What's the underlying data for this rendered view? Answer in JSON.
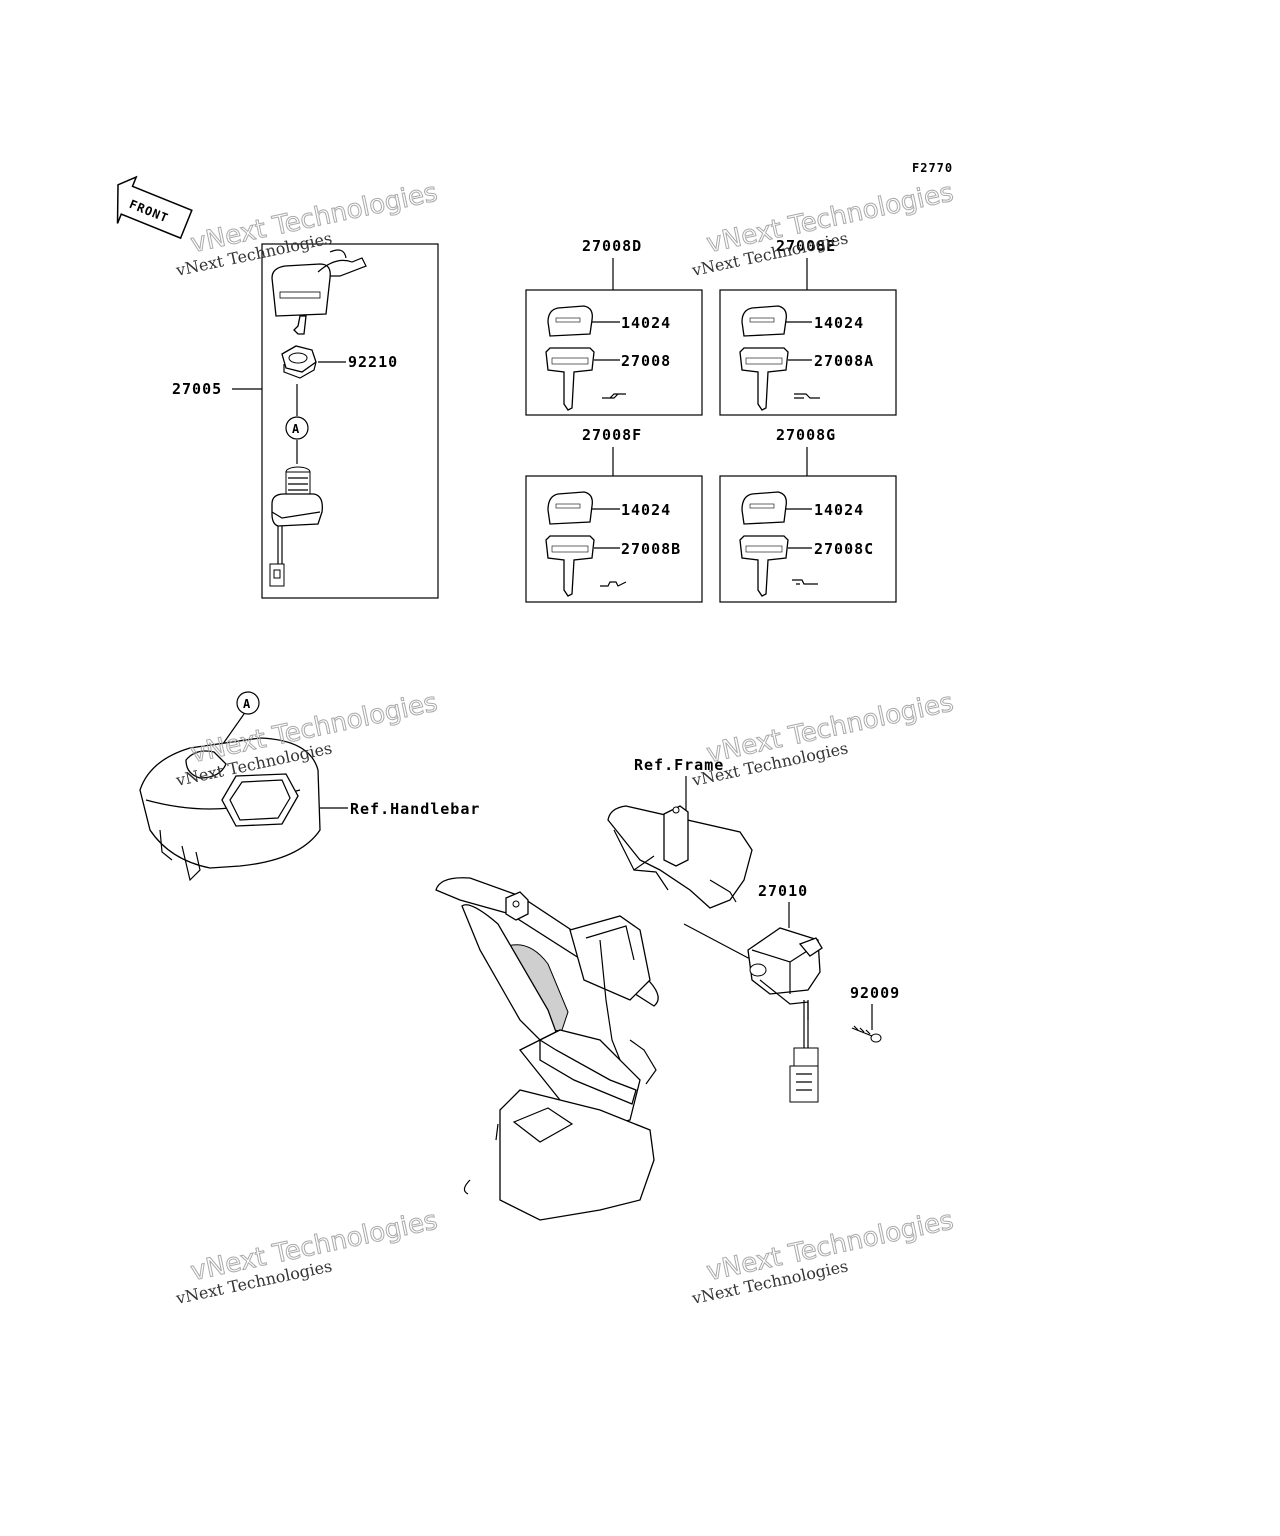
{
  "diagram_code": "F2770",
  "front_label": "FRONT",
  "callout_a": "A",
  "watermark_line1": "vNext Technologies",
  "watermark_line2": "vNext Technologies",
  "parts": {
    "ignition_set": "27005",
    "nut": "92210",
    "key_set_d": "27008D",
    "key_set_e": "27008E",
    "key_set_f": "27008F",
    "key_set_g": "27008G",
    "key_cover_d": "14024",
    "key_cover_e": "14024",
    "key_cover_f": "14024",
    "key_cover_g": "14024",
    "key_blank_d": "27008",
    "key_blank_e": "27008A",
    "key_blank_f": "27008B",
    "key_blank_g": "27008C",
    "switch": "27010",
    "bolt": "92009"
  },
  "refs": {
    "handlebar": "Ref.Handlebar",
    "frame": "Ref.Frame"
  }
}
